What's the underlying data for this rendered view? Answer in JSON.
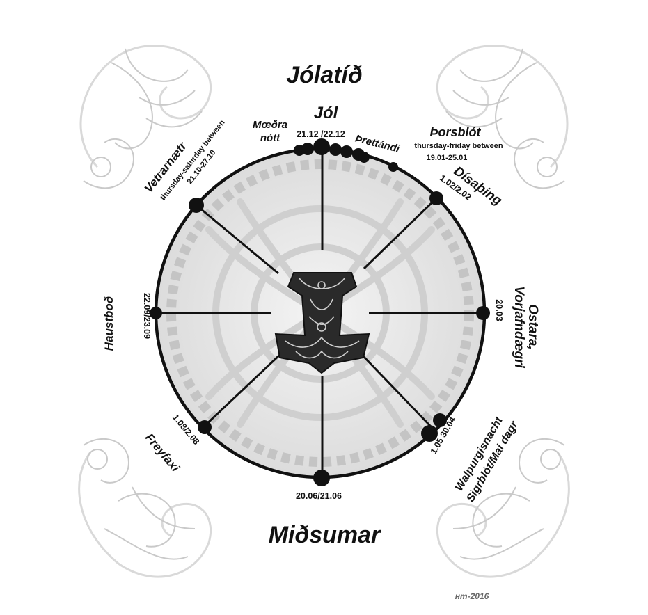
{
  "title_top": "Jólatíð",
  "title_bottom": "Miðsumar",
  "signature": "нт-2016",
  "festivals": {
    "jol": {
      "name": "Jól",
      "date": "21.12 /22.12"
    },
    "maedra": {
      "name_line1": "Mœðra",
      "name_line2": "nótt"
    },
    "threttandi": {
      "name": "Þrettándi"
    },
    "thorsblot": {
      "name": "Þorsblót",
      "rule": "thursday-friday  between",
      "date": "19.01-25.01"
    },
    "disathing": {
      "name": "Dísaþing",
      "date": "1.02/2.02"
    },
    "ostara": {
      "name_line1": "Ostara,",
      "name_line2": "Vorjafndægri",
      "date": "20.03"
    },
    "walpurgis": {
      "name_line1": "Walpurgisnacht",
      "name_line2": "Sigrblót/Mai dagr",
      "date": "1.05  30.04"
    },
    "midsumar": {
      "date": "20.06/21.06"
    },
    "freyfaxi": {
      "name": "Freyfaxi",
      "date": "1.08/2.08"
    },
    "haustbod": {
      "name": "Haustboð",
      "date": "22.09/23.09"
    },
    "vetrarnaetr": {
      "name": "Vetrarnætr",
      "rule": "thursday-saturday between",
      "date": "21.10-27.10"
    }
  },
  "colors": {
    "ink": "#111111",
    "ornament": "#c9c9c9",
    "disc": "#e6e6e6"
  },
  "icons": [
    "thors-hammer-icon",
    "celtic-knot-ornament"
  ]
}
